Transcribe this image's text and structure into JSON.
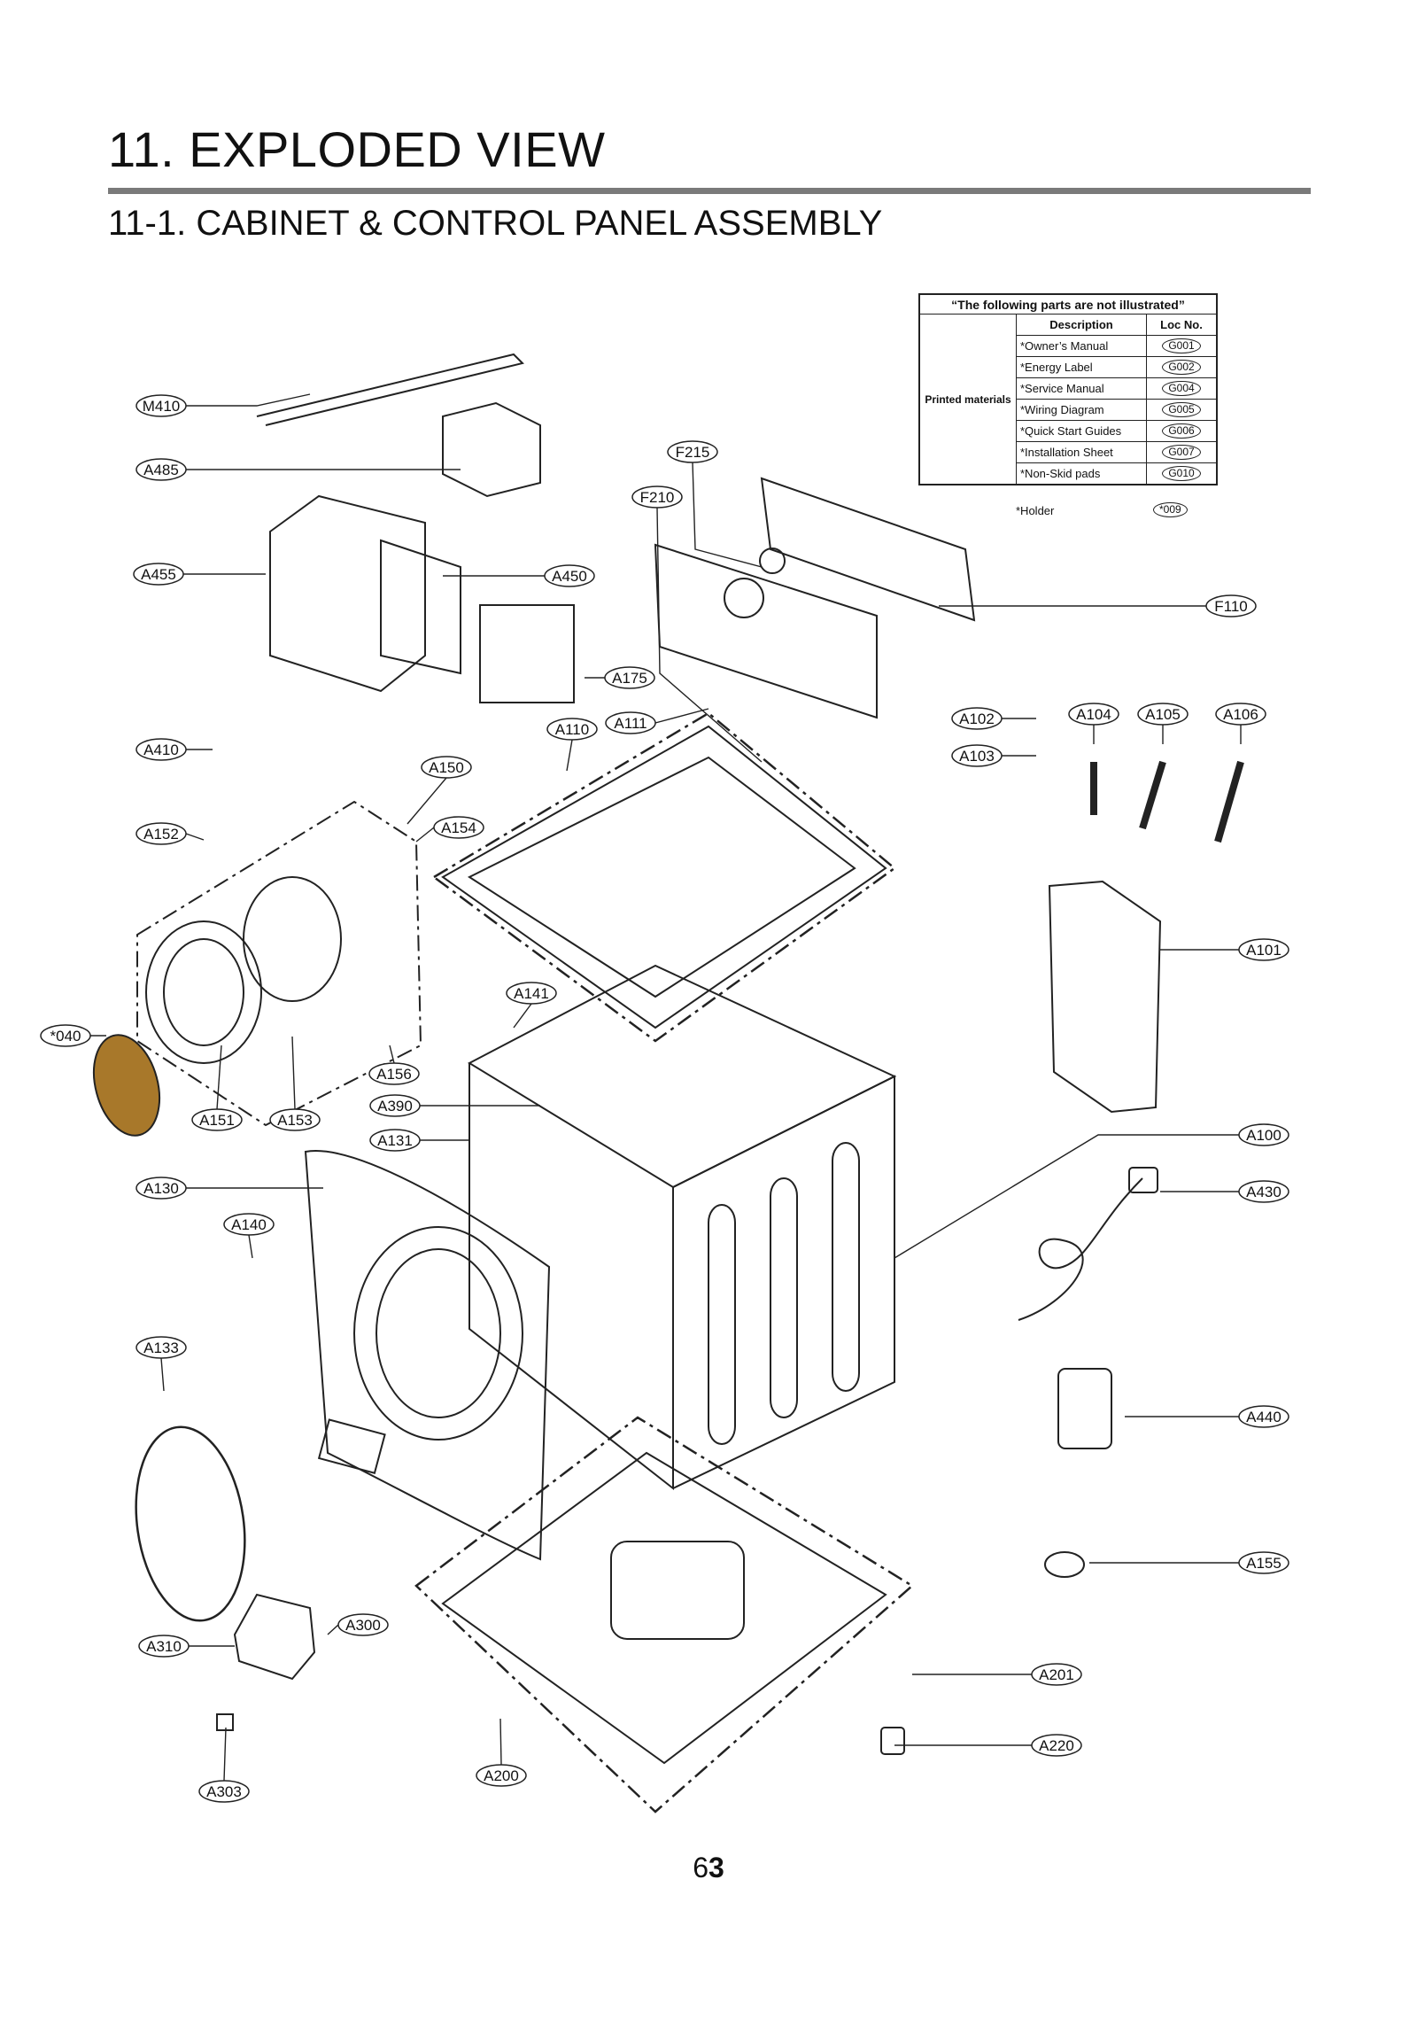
{
  "header": {
    "title": "11.  EXPLODED VIEW",
    "subtitle": "11-1.   CABINET  & CONTROL PANEL ASSEMBLY"
  },
  "parts_table": {
    "heading": "“The following parts are not illustrated”",
    "col_description": "Description",
    "col_loc": "Loc No.",
    "category": "Printed materials",
    "rows": [
      {
        "description": "*Owner’s Manual",
        "loc": "G001"
      },
      {
        "description": "*Energy Label",
        "loc": "G002"
      },
      {
        "description": "*Service Manual",
        "loc": "G004"
      },
      {
        "description": "*Wiring Diagram",
        "loc": "G005"
      },
      {
        "description": "*Quick Start Guides",
        "loc": "G006"
      },
      {
        "description": "*Installation Sheet",
        "loc": "G007"
      },
      {
        "description": "*Non-Skid pads",
        "loc": "G010"
      }
    ],
    "holder": {
      "description": "*Holder",
      "loc": "*009"
    }
  },
  "callouts": [
    "M410",
    "A485",
    "A455",
    "A450",
    "A175",
    "F215",
    "F210",
    "F110",
    "A410",
    "A110",
    "A111",
    "A150",
    "A154",
    "A152",
    "A102",
    "A104",
    "A105",
    "A106",
    "A103",
    "A101",
    "A141",
    "*040",
    "A156",
    "A390",
    "A131",
    "A151",
    "A153",
    "A100",
    "A130",
    "A430",
    "A140",
    "A133",
    "A440",
    "A155",
    "A300",
    "A310",
    "A201",
    "A220",
    "A303",
    "A200"
  ],
  "page_number": {
    "prefix": "6",
    "bold": "3"
  },
  "colors": {
    "ink": "#222222",
    "rule": "#7a7a7a",
    "door_glass": "#a8782a"
  }
}
